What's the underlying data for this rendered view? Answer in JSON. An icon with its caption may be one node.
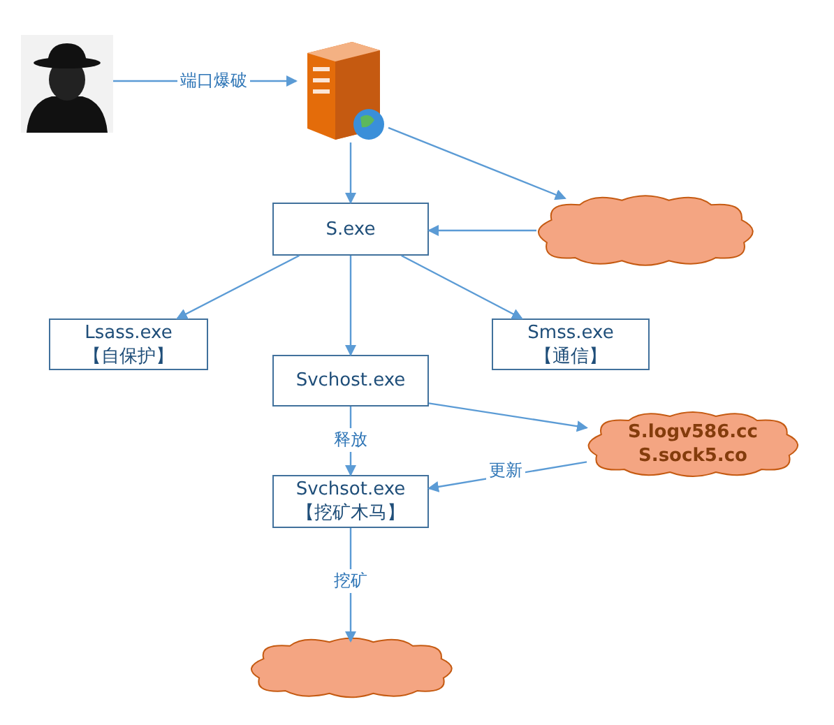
{
  "diagram": {
    "nodes": [
      {
        "text": [],
        "shape": "person"
      },
      {
        "text": [],
        "shape": "picture"
      },
      {
        "text": [
          "S.exe"
        ]
      },
      {
        "text": [],
        "shape": "cloud"
      },
      {
        "text": [
          "Lsass.exe",
          "【自保护】"
        ]
      },
      {
        "text": [
          "Svchost.exe"
        ]
      },
      {
        "text": [
          "Smss.exe",
          "【通信】"
        ]
      },
      {
        "text": [
          "S.logv586.cc",
          "S.sock5.co"
        ]
      },
      {
        "text": [
          "Svchsot.exe",
          "【挖矿木马】"
        ]
      },
      {
        "text": [],
        "shape": "cloud"
      }
    ],
    "edges": [
      {
        "from": 0,
        "to": 1,
        "arrow": "to",
        "label": "端口爆破"
      },
      {
        "from": 1,
        "to": 3,
        "arrow": "to"
      },
      {
        "from": 1,
        "to": 2,
        "arrow": "to"
      },
      {
        "from": 3,
        "to": 2,
        "arrow": "to"
      },
      {
        "from": 2,
        "to": 4,
        "arrow": "to"
      },
      {
        "from": 2,
        "to": 5,
        "arrow": "to"
      },
      {
        "from": 2,
        "to": 6,
        "arrow": "to"
      },
      {
        "from": 5,
        "to": 7,
        "arrow": "to"
      },
      {
        "from": 5,
        "to": 8,
        "arrow": "to",
        "label": "释放"
      },
      {
        "from": 7,
        "to": 8,
        "arrow": "to",
        "label": "更新"
      },
      {
        "from": 8,
        "to": 9,
        "arrow": "to",
        "label": "挖矿"
      }
    ]
  }
}
